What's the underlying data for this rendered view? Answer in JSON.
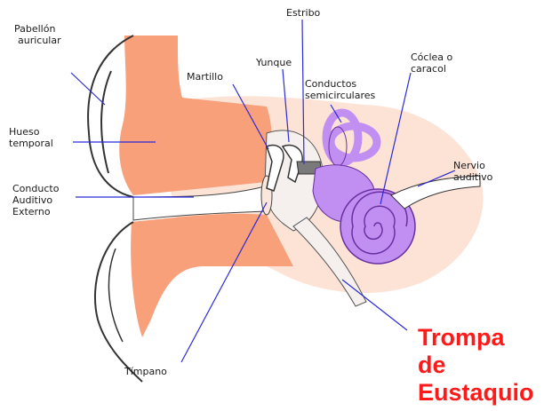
{
  "labels": {
    "pabellon_line1": "Pabellón",
    "pabellon_line2": "auricular",
    "hueso_line1": "Hueso",
    "hueso_line2": "temporal",
    "conducto_line1": "Conducto",
    "conducto_line2": "Auditivo",
    "conducto_line3": "Externo",
    "martillo": "Martillo",
    "yunque": "Yunque",
    "estribo": "Estribo",
    "semicirc_line1": "Conductos",
    "semicirc_line2": "semicirculares",
    "coclea_line1": "Cóclea o",
    "coclea_line2": "caracol",
    "nervio_line1": "Nervio",
    "nervio_line2": "auditivo",
    "timpano": "Tímpano"
  },
  "highlight": {
    "line1": "Trompa",
    "line2": "de",
    "line3": "Eustaquio"
  },
  "colors": {
    "skin": "#f7a07a",
    "skin_light": "#fde3d6",
    "inner_ear": "#c18ef2",
    "inner_ear_outline": "#6a2fa0",
    "pointer_lines": "#2b2bd9",
    "highlight_text": "#ff1a1a"
  }
}
